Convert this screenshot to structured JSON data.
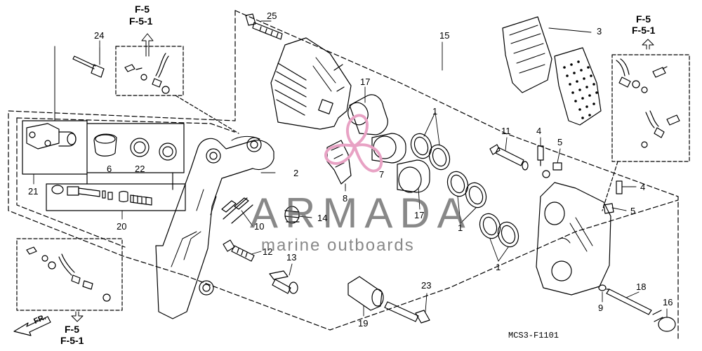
{
  "references": {
    "top_left": [
      "F-5",
      "F-5-1"
    ],
    "top_right": [
      "F-5",
      "F-5-1"
    ],
    "bottom_left": [
      "F-5",
      "F-5-1"
    ]
  },
  "front_label": "FR.",
  "diagram_code": "MCS3-F1101",
  "watermark": {
    "title": "ARMADA",
    "subtitle": "marine outboards",
    "color": "#e8a2c4"
  },
  "part_labels": {
    "p24": "24",
    "p21": "21",
    "p6": "6",
    "p22": "22",
    "p20": "20",
    "p25": "25",
    "p2": "2",
    "p17a": "17",
    "p17b": "17",
    "p7": "7",
    "p8": "8",
    "p14": "14",
    "p10": "10",
    "p12": "12",
    "p13": "13",
    "p1a": "1",
    "p1b": "1",
    "p1c": "1",
    "p15": "15",
    "p3": "3",
    "p11": "11",
    "p4a": "4",
    "p5a": "5",
    "p4b": "4",
    "p5b": "5",
    "p9": "9",
    "p18": "18",
    "p16": "16",
    "p19": "19",
    "p23": "23"
  }
}
